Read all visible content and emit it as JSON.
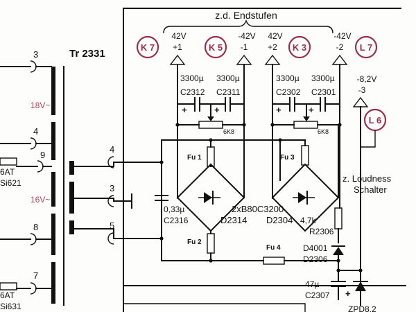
{
  "header": {
    "title": "z.d. Endstufen"
  },
  "connectors": [
    {
      "id": "K 7",
      "color": "#9b2d52"
    },
    {
      "id": "K 5",
      "color": "#9b2d52"
    },
    {
      "id": "K 3",
      "color": "#9b2d52"
    },
    {
      "id": "L 7",
      "color": "#9b2d52"
    },
    {
      "id": "L 6",
      "color": "#9b2d52"
    }
  ],
  "rails": [
    {
      "voltage": "42V",
      "pin": "+1"
    },
    {
      "voltage": "-42V",
      "pin": "-1"
    },
    {
      "voltage": "42V",
      "pin": "+2"
    },
    {
      "voltage": "-42V",
      "pin": "-2"
    },
    {
      "voltage": "-8,2V",
      "pin": "-3"
    }
  ],
  "capacitors": [
    {
      "value": "3300µ",
      "ref": "C2312"
    },
    {
      "value": "3300µ",
      "ref": "C2311"
    },
    {
      "value": "3300µ",
      "ref": "C2302"
    },
    {
      "value": "3300µ",
      "ref": "C2301"
    },
    {
      "value": "0,33µ",
      "ref": "C2316"
    },
    {
      "value": "47µ",
      "ref": "C2307"
    }
  ],
  "resistors": [
    {
      "value": "6K8"
    },
    {
      "value": "6K8"
    },
    {
      "value": "4,7k",
      "ref": "R2306"
    }
  ],
  "fuses": [
    "Fu 1",
    "Fu 2",
    "Fu 3",
    "Fu 4"
  ],
  "bridge": {
    "type": "2xB80C3200",
    "left_ref": "D2314",
    "right_ref": "D2304"
  },
  "diodes": {
    "d1": "D4001",
    "d2": "D2306",
    "zener": "ZPD8,2"
  },
  "transformer": {
    "ref": "Tr 2331",
    "v_upper": "18V~",
    "v_lower": "16V~",
    "pins": [
      "3",
      "4",
      "9",
      "8",
      "7"
    ]
  },
  "terminals": [
    "4",
    "3",
    "5"
  ],
  "fuse_labels_left": [
    {
      "rating": "6AT",
      "part": "Si621"
    },
    {
      "rating": "6AT",
      "part": "Si631"
    }
  ],
  "loudness": {
    "line1": "z. Loudness",
    "line2": "Schalter"
  },
  "polarity": {
    "plus": "+"
  }
}
